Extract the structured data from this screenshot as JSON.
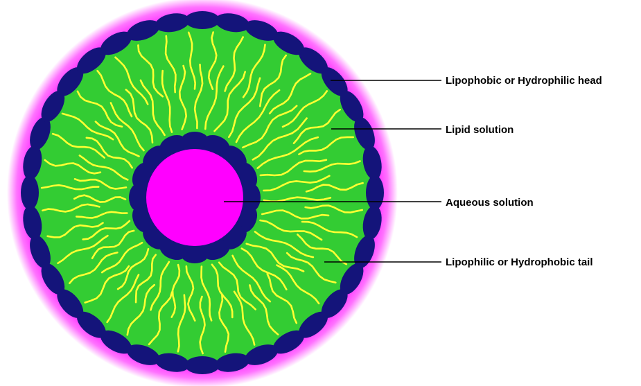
{
  "diagram": {
    "labels": {
      "head": "Lipophobic or Hydrophilic head",
      "lipid": "Lipid solution",
      "aqueous": "Aqueous solution",
      "tail": "Lipophilic or Hydrophobic tail"
    },
    "colors": {
      "halo": "#ff00ff",
      "lipid_solution": "#33cc33",
      "head_group": "#14147a",
      "tail": "#ffff33",
      "aqueous_core": "#ff00ff",
      "leader_line": "#000000"
    },
    "outer_head_count": 36,
    "inner_head_count": 16,
    "tail_count": 78
  }
}
